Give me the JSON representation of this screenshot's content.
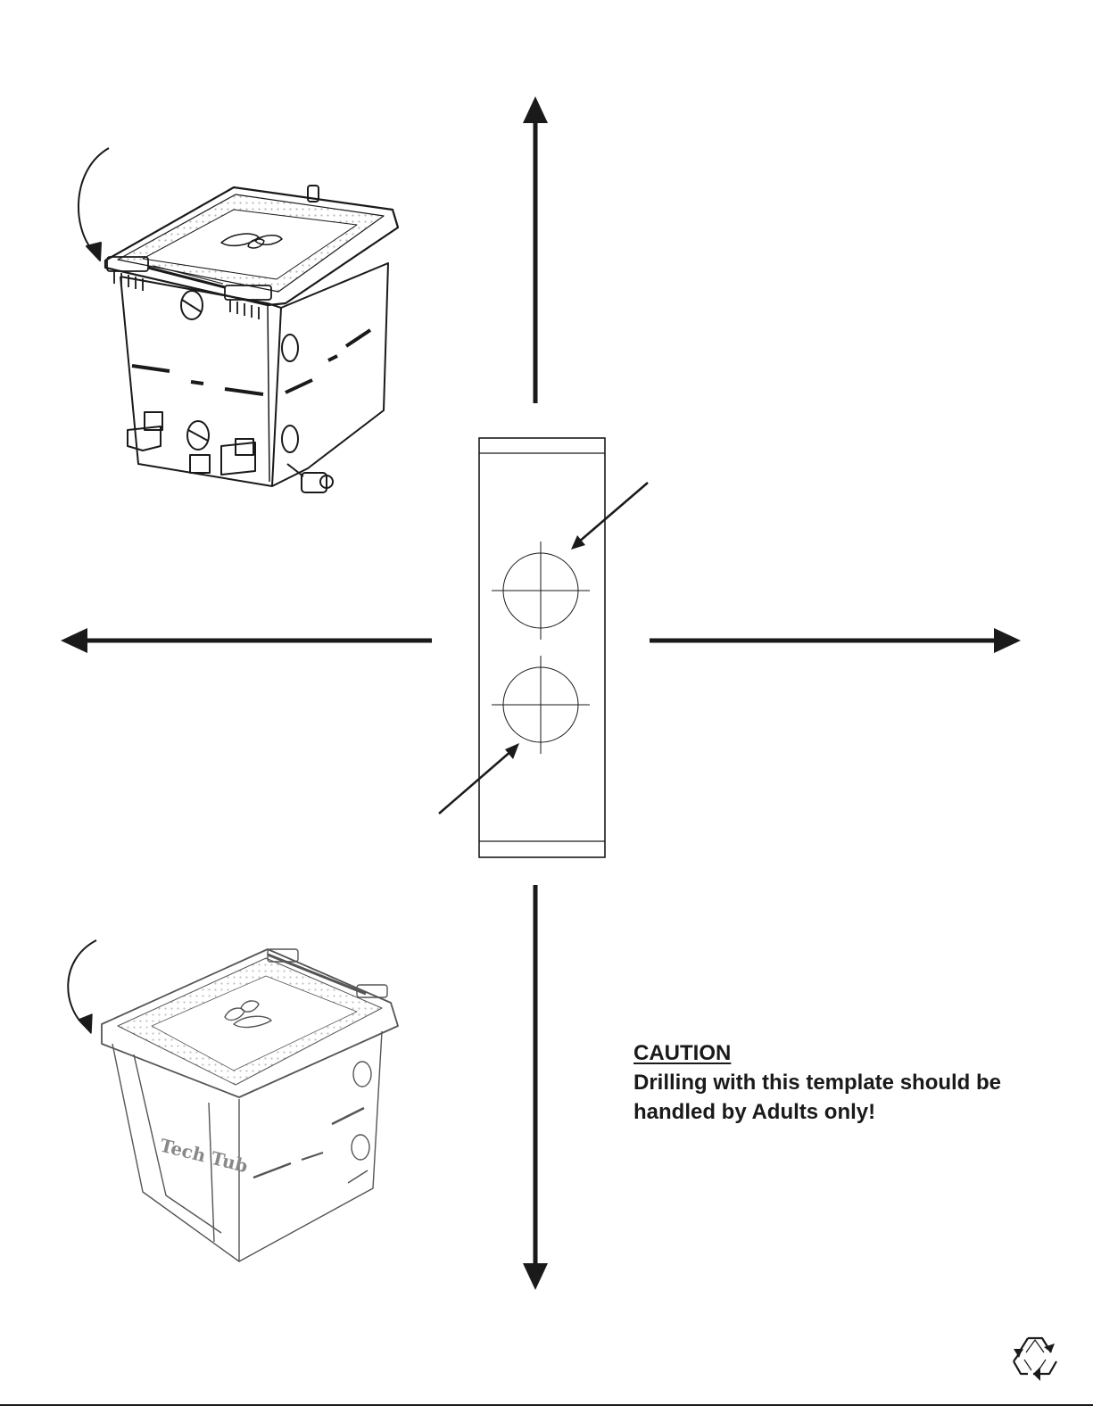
{
  "caution": {
    "heading": "CAUTION",
    "line1": "Drilling with this template should be",
    "line2": "handled by Adults only!"
  },
  "colors": {
    "ink": "#1a1a1a",
    "paper": "#ffffff"
  },
  "icons": {
    "recycle": "recycle-icon",
    "bin_top": "compost-bin-illustration",
    "bin_bottom": "compost-bin-illustration"
  },
  "template": {
    "holes": 2
  }
}
